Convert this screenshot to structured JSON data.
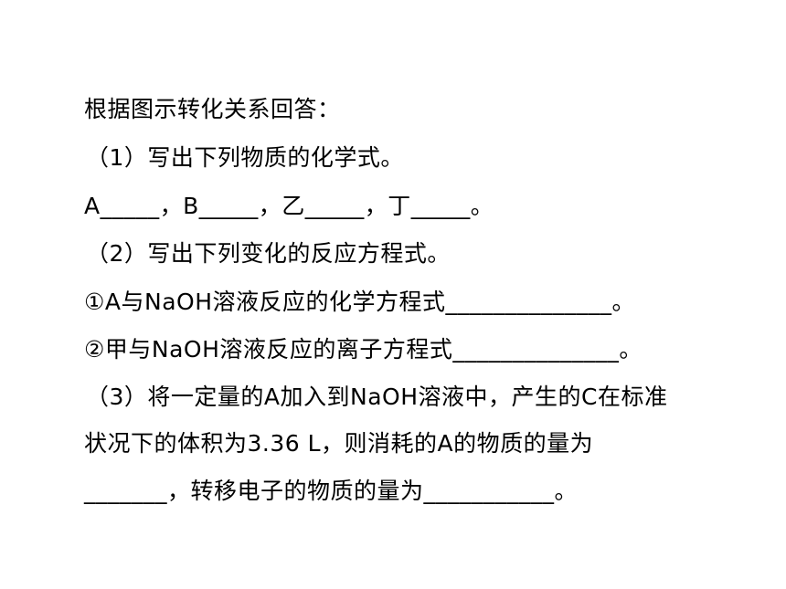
{
  "document": {
    "lines": [
      "根据图示转化关系回答：",
      "（1）写出下列物质的化学式。",
      "A_____，B_____，乙_____，丁_____。",
      "（2）写出下列变化的反应方程式。",
      "①A与NaOH溶液反应的化学方程式______________。",
      "②甲与NaOH溶液反应的离子方程式______________。",
      "（3）将一定量的A加入到NaOH溶液中，产生的C在标准",
      "状况下的体积为3.36 L，则消耗的A的物质的量为",
      "_______，转移电子的物质的量为___________。"
    ]
  }
}
